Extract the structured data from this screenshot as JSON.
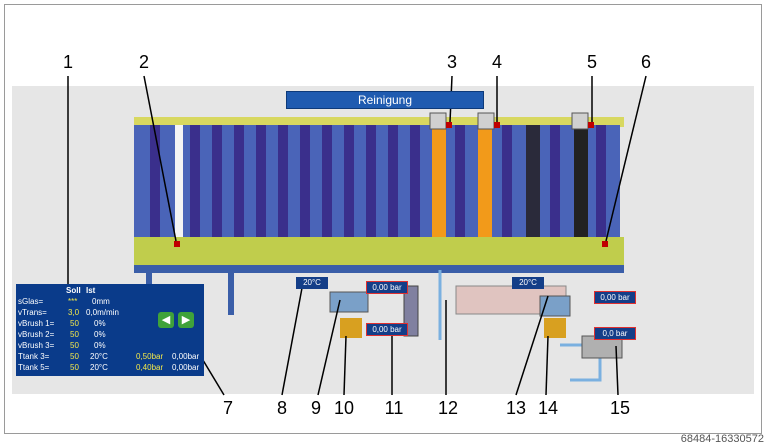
{
  "title_bar": "Reinigung",
  "callouts": [
    "1",
    "2",
    "3",
    "4",
    "5",
    "6",
    "7",
    "8",
    "9",
    "10",
    "11",
    "12",
    "13",
    "14",
    "15"
  ],
  "table": {
    "headers": {
      "soll": "Soll",
      "ist": "Ist"
    },
    "rows": [
      {
        "label": "sGlas=",
        "soll": "***",
        "ist": "0mm"
      },
      {
        "label": "vTrans=",
        "soll": "3,0",
        "ist": "0,0m/min"
      },
      {
        "label": "vBrush 1=",
        "soll": "50",
        "ist": "0%"
      },
      {
        "label": "vBrush 2=",
        "soll": "50",
        "ist": "0%"
      },
      {
        "label": "vBrush 3=",
        "soll": "50",
        "ist": "0%"
      },
      {
        "label": "Ttank 3=",
        "soll": "50",
        "ist": "20°C",
        "p1": "0,50bar",
        "p2": "0,00bar"
      },
      {
        "label": "Ttank 5=",
        "soll": "50",
        "ist": "20°C",
        "p1": "0,40bar",
        "p2": "0,00bar"
      }
    ]
  },
  "temps": {
    "t8": "20°C",
    "t13": "20°C"
  },
  "pressures": {
    "p11_top": "0,00 bar",
    "p11_bottom": "0,00 bar",
    "p15_top": "0,00 bar",
    "p15_bottom": "0,0 bar"
  },
  "nav": {
    "left": "◀",
    "right": "▶"
  },
  "watermark": "68484-16330572"
}
